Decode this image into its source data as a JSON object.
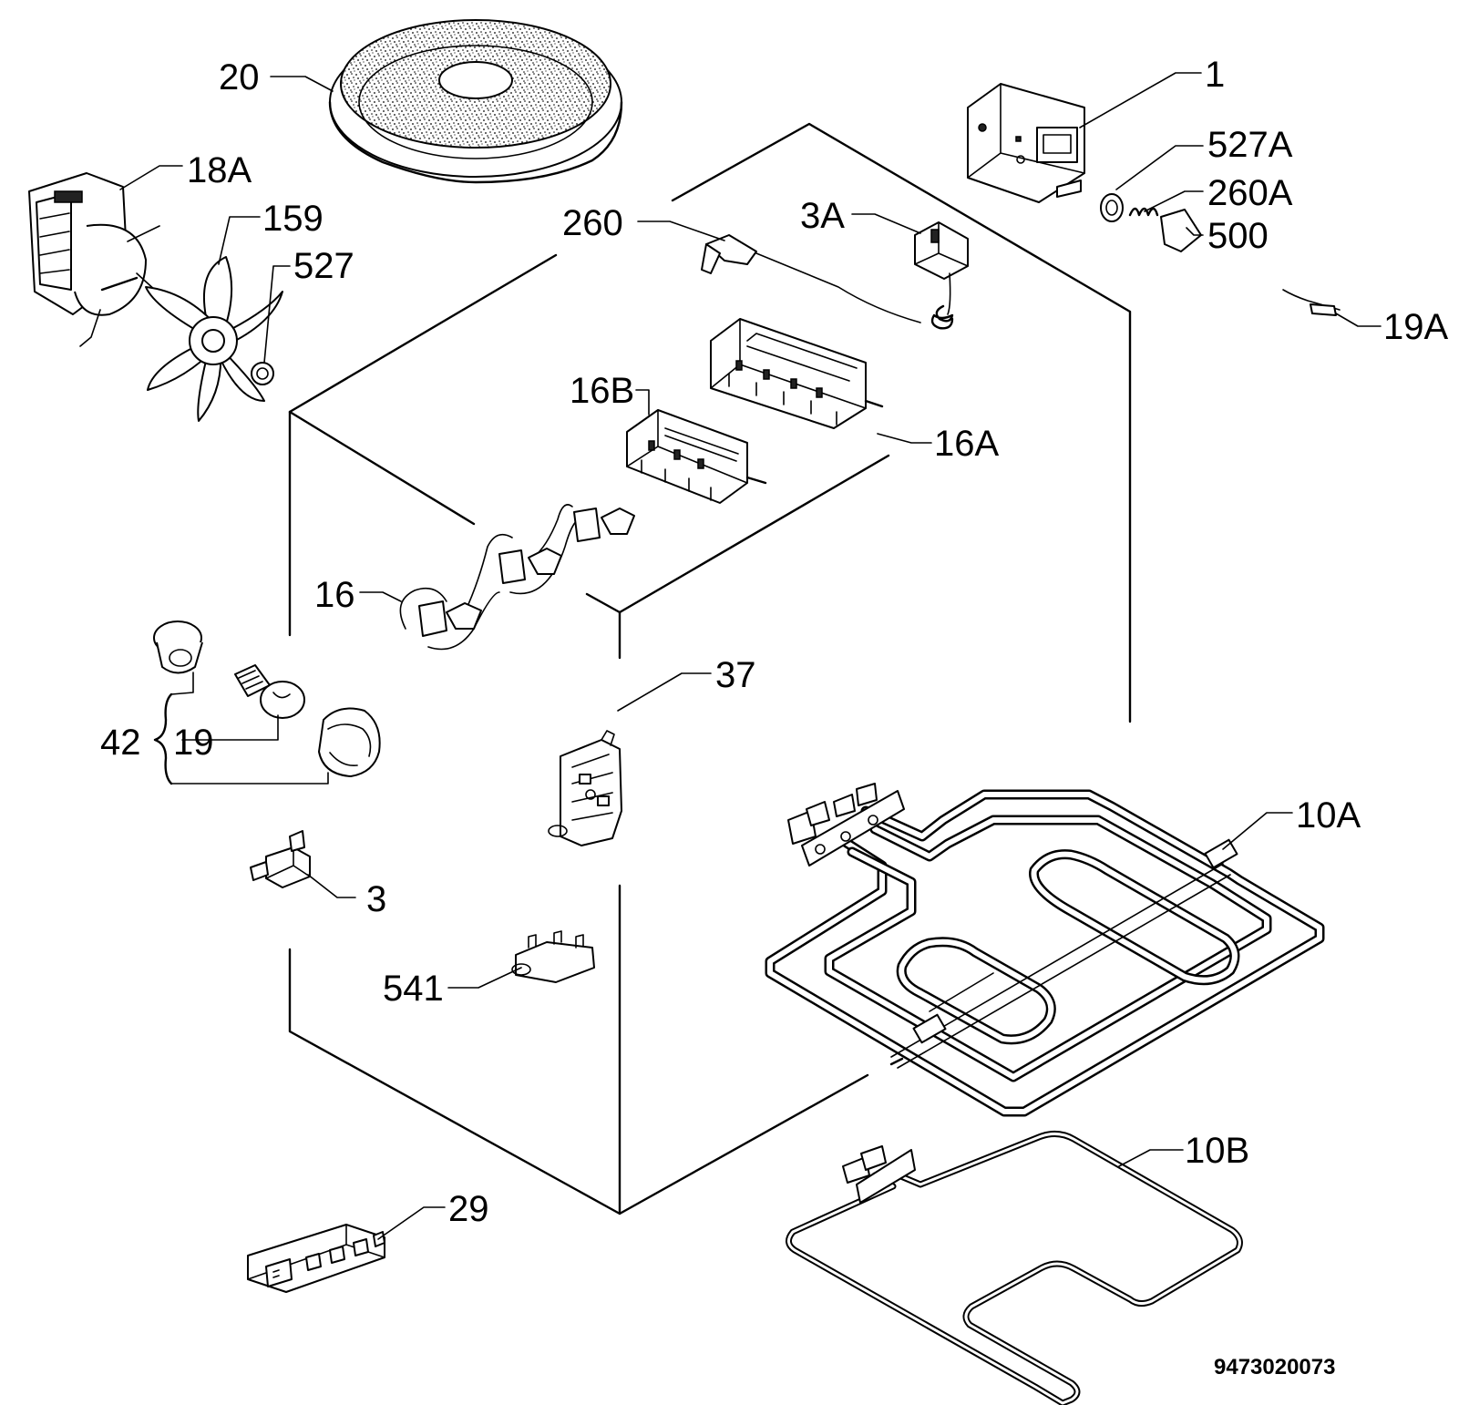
{
  "diagram": {
    "labels": {
      "l20": "20",
      "l18a": "18A",
      "l159": "159",
      "l527": "527",
      "l1": "1",
      "l527a": "527A",
      "l260a": "260A",
      "l500": "500",
      "l260": "260",
      "l3a": "3A",
      "l19a": "19A",
      "l16b": "16B",
      "l16a": "16A",
      "l16": "16",
      "l42": "42",
      "l19": "19",
      "l37": "37",
      "l3": "3",
      "l10a": "10A",
      "l541": "541",
      "l10b": "10B",
      "l29": "29"
    },
    "reference_number": "9473020073"
  }
}
